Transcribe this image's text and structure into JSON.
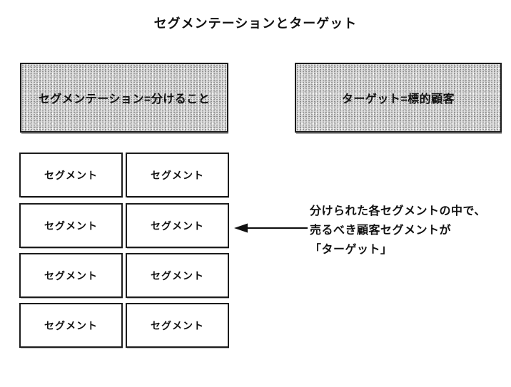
{
  "title": "セグメンテーションとターゲット",
  "concept_boxes": {
    "segmentation": {
      "label": "セグメンテーション=分けること"
    },
    "target": {
      "label": "ターゲット=標的顧客"
    }
  },
  "segments": {
    "label": "セグメント",
    "rows": 4,
    "cols": 2,
    "highlighted_cell": {
      "row": 2,
      "col": 2
    }
  },
  "annotation": {
    "lines": [
      "分けられた各セグメントの中で、",
      "売るべき顧客セグメントが",
      "「ターゲット」"
    ]
  },
  "colors": {
    "border": "#1c1c1c",
    "shade_bg": "#dedede",
    "highlight_bg": "#ececec",
    "text": "#111111",
    "page_bg": "#ffffff"
  }
}
